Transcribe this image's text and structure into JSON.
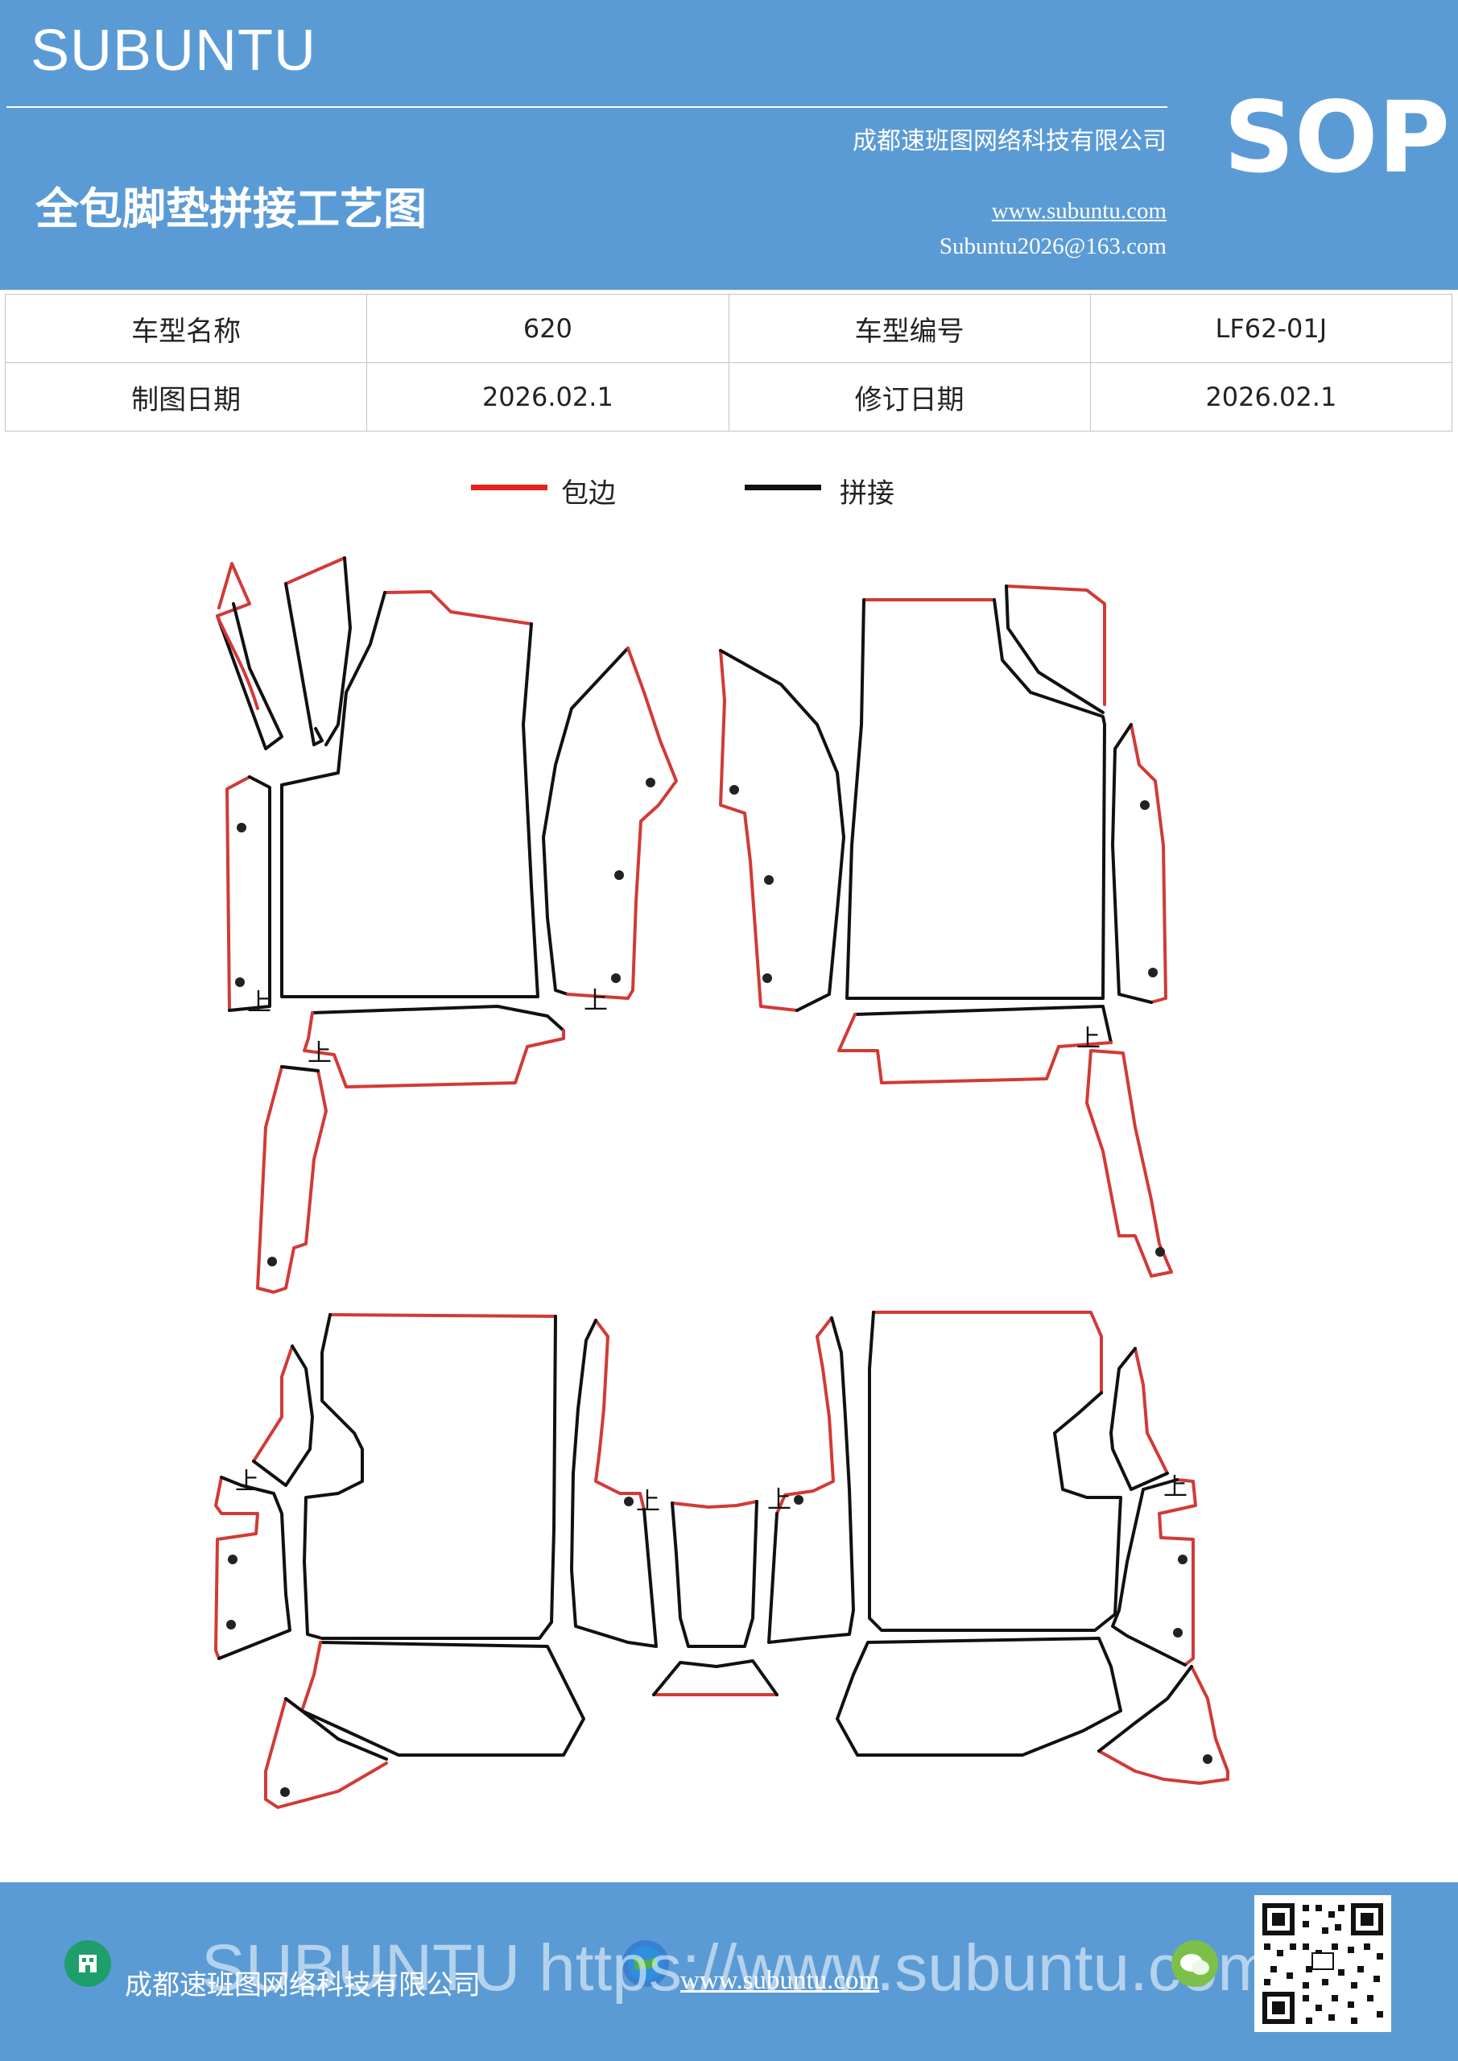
{
  "header": {
    "brand": "SUBUNTU",
    "title": "全包脚垫拼接工艺图",
    "company": "成都速班图网络科技有限公司",
    "website": "www.subuntu.com",
    "email": "Subuntu2026@163.com",
    "badge": "SOP"
  },
  "info_table": [
    [
      {
        "label": "车型名称",
        "value": "620"
      },
      {
        "label": "车型编号",
        "value": "LF62-01J"
      }
    ],
    [
      {
        "label": "制图日期",
        "value": "2026.02.1"
      },
      {
        "label": "修订日期",
        "value": "2026.02.1"
      }
    ]
  ],
  "legend": [
    {
      "label": "包边",
      "color": "#e8211d"
    },
    {
      "label": "拼接",
      "color": "#111111"
    }
  ],
  "drawing": {
    "up_mark": "上",
    "edge_color": "#d23a36",
    "seam_color": "#111111"
  },
  "footer": {
    "company": "成都速班图网络科技有限公司",
    "website": "www.subuntu.com",
    "watermark": "SUBUNTU https://www.subuntu.com"
  },
  "colors": {
    "header_bg": "#5b9bd5",
    "footer_bg": "#5b9bd5"
  },
  "icons": [
    "building-icon",
    "globe-icon",
    "wechat-icon",
    "qr-code-icon"
  ]
}
